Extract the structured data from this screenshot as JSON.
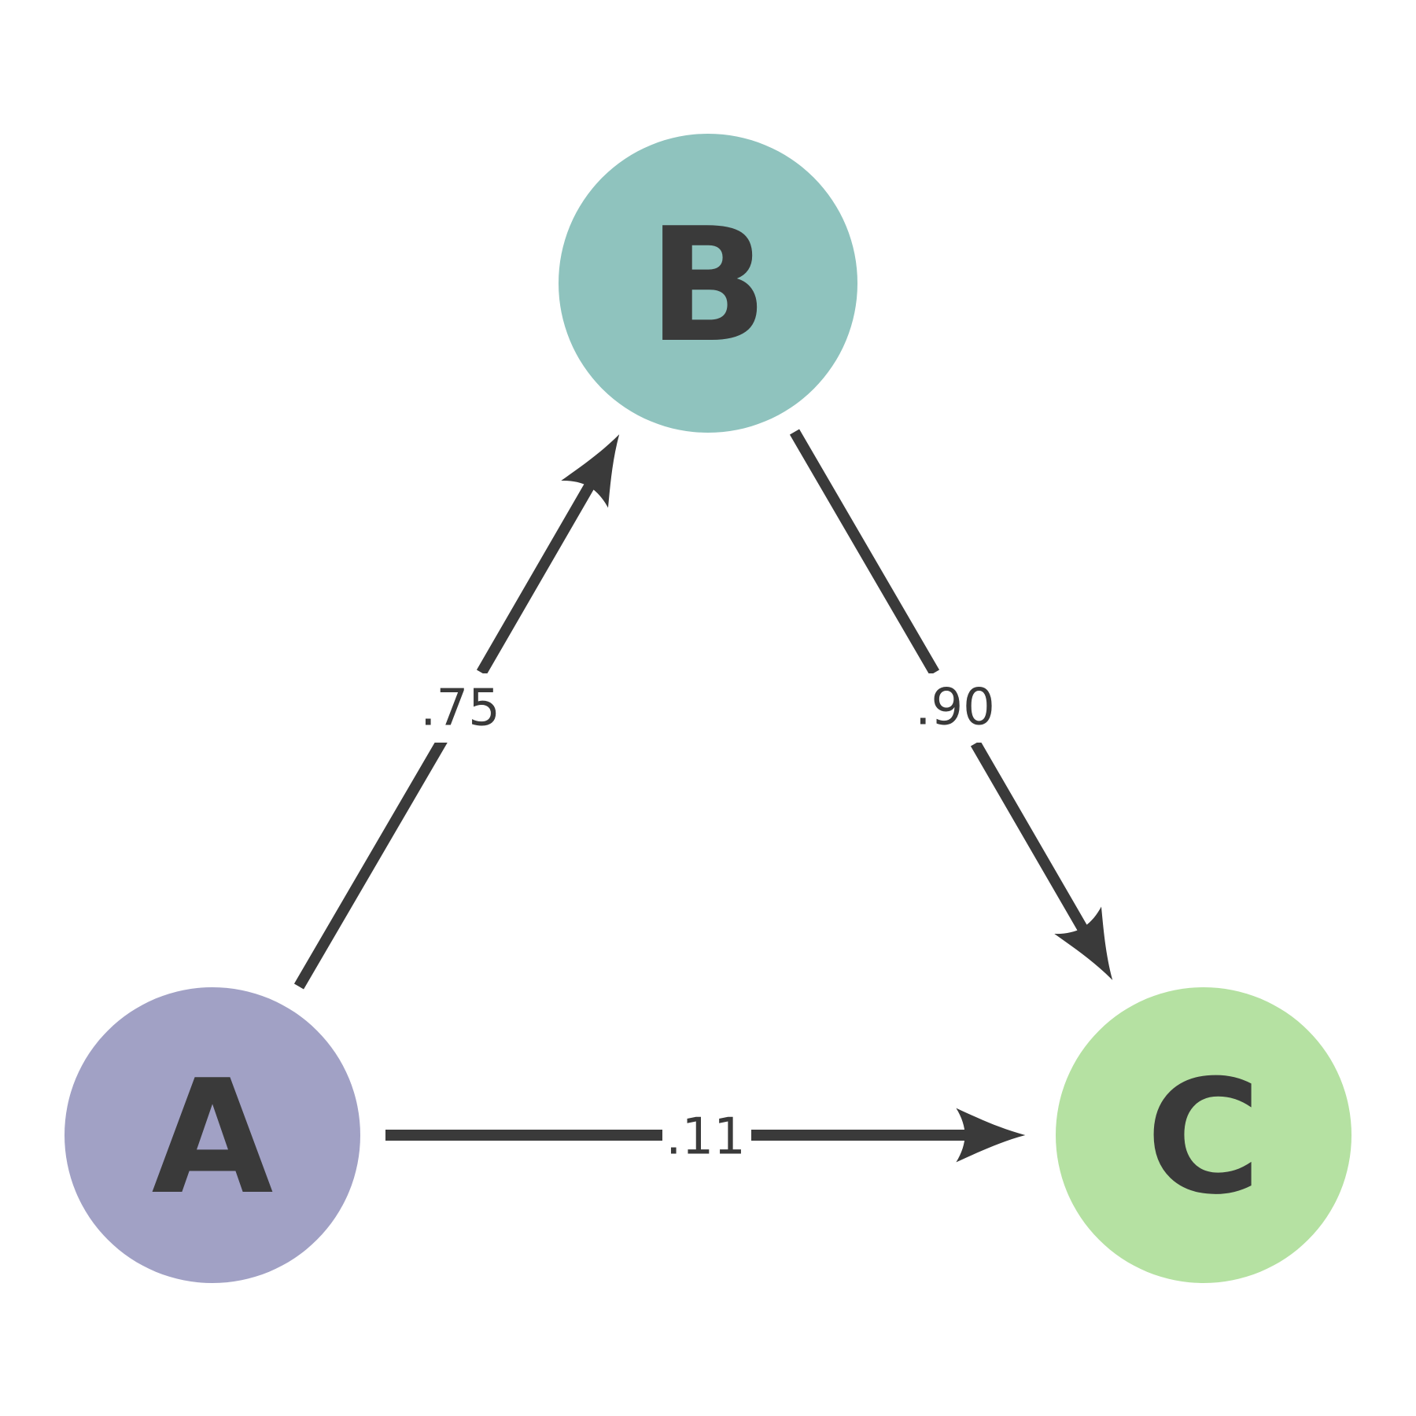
{
  "diagram": {
    "type": "directed-graph",
    "background_color": "#ffffff",
    "edge_color": "#3a3a3a",
    "text_color": "#3a3a3a",
    "nodes": [
      {
        "id": "A",
        "label": "A",
        "fill": "#a1a1c5"
      },
      {
        "id": "B",
        "label": "B",
        "fill": "#8fc3be"
      },
      {
        "id": "C",
        "label": "C",
        "fill": "#b5e1a2"
      }
    ],
    "edges": [
      {
        "from": "A",
        "to": "B",
        "weight": ".75"
      },
      {
        "from": "B",
        "to": "C",
        "weight": ".90"
      },
      {
        "from": "A",
        "to": "C",
        "weight": ".11"
      }
    ]
  }
}
